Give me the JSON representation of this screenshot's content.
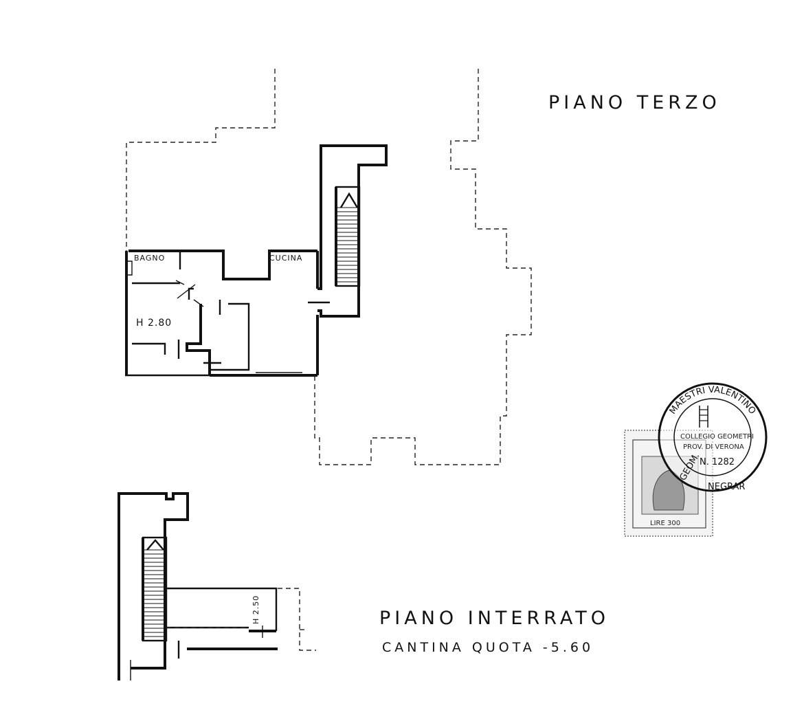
{
  "titles": {
    "upper_floor": "PIANO TERZO",
    "basement": "PIANO INTERRATO",
    "basement_note": "CANTINA   QUOTA -5.60"
  },
  "rooms": {
    "bathroom": "BAGNO",
    "kitchen": "CUCINA",
    "height_upper": "H 2.80",
    "height_basement": "H 2.50"
  },
  "stamp": {
    "seal_arc": "MAESTRI VALENTINO",
    "seal_left": "GEOM.",
    "seal_bottom": "NEGRAR",
    "seal_line1": "COLLEGIO GEOMETRI",
    "seal_line2": "PROV. DI VERONA",
    "seal_number": "N. 1282",
    "revenue_value": "LIRE 300"
  },
  "colors": {
    "ink": "#111111",
    "paper": "#ffffff"
  }
}
